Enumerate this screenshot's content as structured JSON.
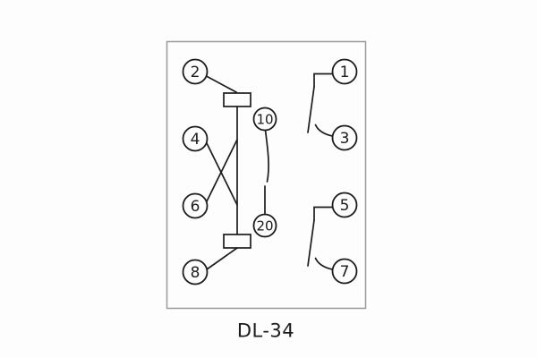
{
  "diagram": {
    "title": "DL-34",
    "terminals": {
      "t1": "1",
      "t2": "2",
      "t3": "3",
      "t4": "4",
      "t5": "5",
      "t6": "6",
      "t7": "7",
      "t8": "8",
      "t10": "10",
      "t20": "20"
    },
    "colors": {
      "line": "#1c1c1c",
      "box_border": "#9a9a9a",
      "background": "#fdfdfd"
    }
  }
}
